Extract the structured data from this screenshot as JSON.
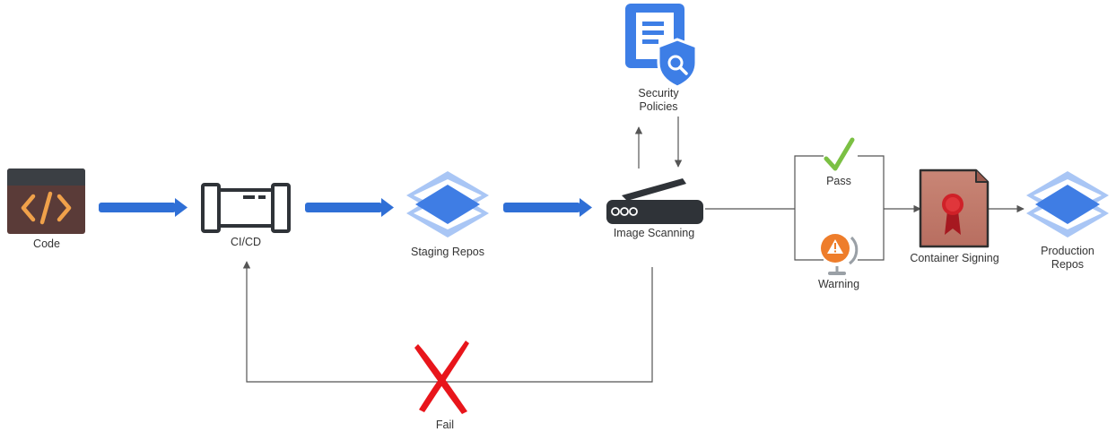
{
  "nodes": {
    "code": {
      "label": "Code",
      "icon": "code-icon"
    },
    "cicd": {
      "label": "CI/CD",
      "icon": "pipeline-icon"
    },
    "staging": {
      "label": "Staging Repos",
      "icon": "layers-icon"
    },
    "scanning": {
      "label": "Image Scanning",
      "icon": "scanner-icon"
    },
    "security": {
      "label_line1": "Security",
      "label_line2": "Policies",
      "icon": "policy-document-icon"
    },
    "pass": {
      "label": "Pass",
      "icon": "checkmark-icon"
    },
    "warning": {
      "label": "Warning",
      "icon": "warning-icon"
    },
    "signing": {
      "label": "Container Signing",
      "icon": "certificate-icon"
    },
    "production": {
      "label_line1": "Production",
      "label_line2": "Repos",
      "icon": "layers-icon"
    },
    "fail": {
      "label": "Fail",
      "icon": "red-x-icon"
    }
  },
  "colors": {
    "flow_arrow": "#2f6fd6",
    "connector": "#555555",
    "code_bg": "#5a3b38",
    "code_bar": "#3b3f44",
    "code_glyph": "#f0a14a",
    "layers_light": "#a9c6f5",
    "layers_dark": "#3f7de4",
    "policy_blue": "#3d7ee6",
    "scanner_dark": "#2f3338",
    "pass_green": "#7bc043",
    "warning_orange": "#ee7d2b",
    "cert_brown": "#c0786a",
    "cert_red": "#cf2128",
    "fail_red": "#e8151b",
    "label_text": "#333333"
  }
}
